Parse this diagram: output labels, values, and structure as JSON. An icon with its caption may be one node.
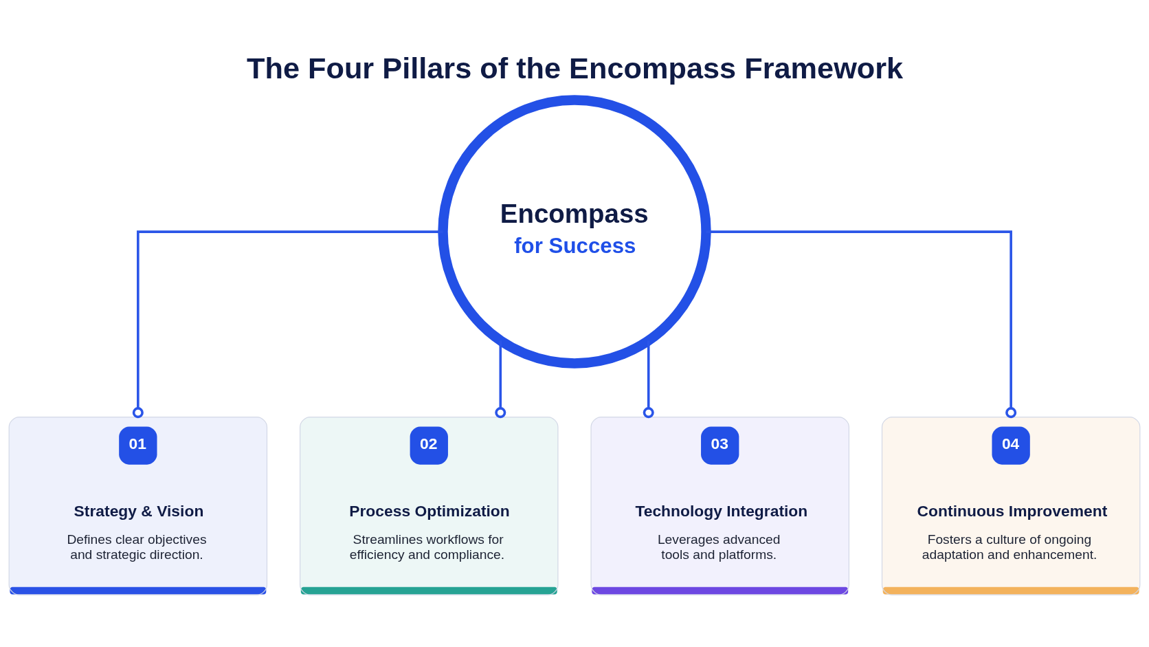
{
  "diagram": {
    "title": "The Four Pillars of the Encompass Framework",
    "nodes": [
      {
        "text": [
          "Encompass",
          "for Success"
        ]
      },
      {
        "text": [
          "01",
          "Strategy & Vision",
          "Defines clear objectives and strategic direction."
        ]
      },
      {
        "text": [
          "02",
          "Process Optimization",
          "Streamlines workflows for efficiency and compliance."
        ]
      },
      {
        "text": [
          "03",
          "Technology Integration",
          "Leverages advanced tools and platforms."
        ]
      },
      {
        "text": [
          "04",
          "Continuous Improvement",
          "Fosters a culture of ongoing adaptation and enhancement."
        ]
      }
    ],
    "edges": [
      {
        "from": 0,
        "to": 1,
        "arrow": "other"
      },
      {
        "from": 0,
        "to": 2,
        "arrow": "other"
      },
      {
        "from": 0,
        "to": 3,
        "arrow": "other"
      },
      {
        "from": 0,
        "to": 4,
        "arrow": "other"
      }
    ]
  }
}
